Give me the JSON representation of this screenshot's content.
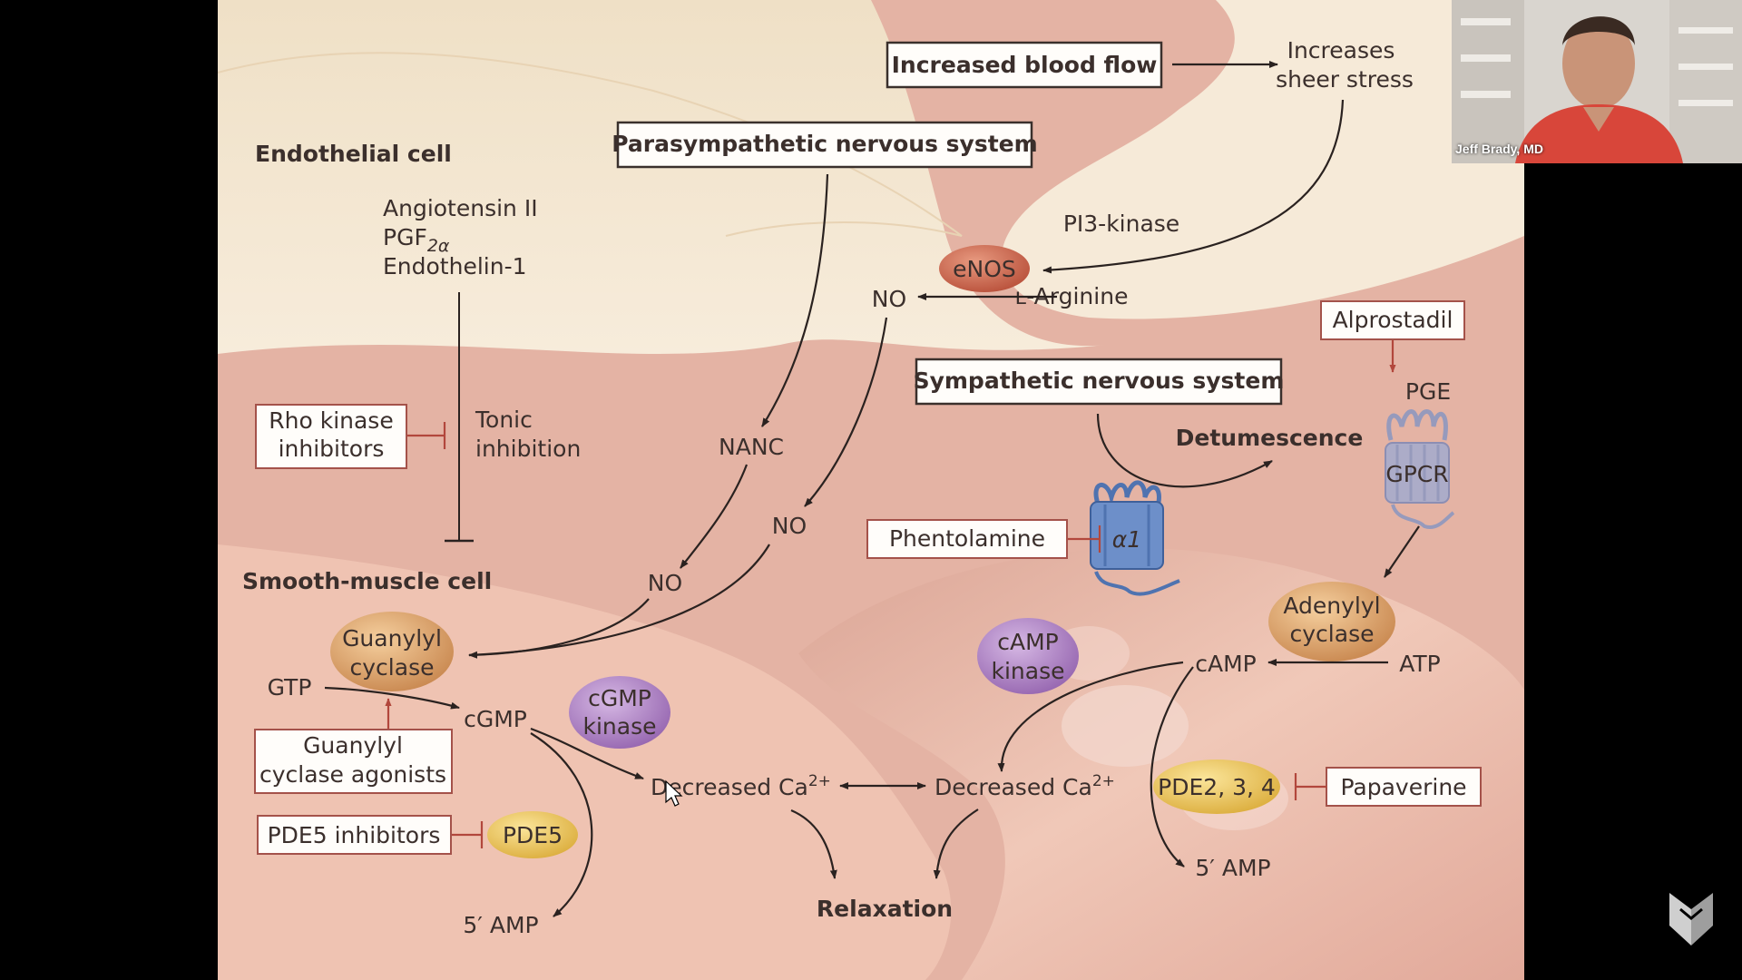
{
  "slide": {
    "labels": {
      "increased_blood_flow": "Increased blood flow",
      "increases_1": "Increases",
      "increases_2": "sheer stress",
      "parasympathetic": "Parasympathetic nervous system",
      "endothelial_cell": "Endothelial cell",
      "angiotensin": "Angiotensin II",
      "pgf": "PGF",
      "pgf_sub": "2α",
      "endothelin": "Endothelin-1",
      "pi3": "PI3-kinase",
      "enos": "eNOS",
      "no_top": "NO",
      "arginine": "ʟ-Arginine",
      "alprostadil": "Alprostadil",
      "sympathetic": "Sympathetic nervous system",
      "pge": "PGE",
      "rho_1": "Rho kinase",
      "rho_2": "inhibitors",
      "tonic_1": "Tonic",
      "tonic_2": "inhibition",
      "nanc": "NANC",
      "detumescence": "Detumescence",
      "gpcr": "GPCR",
      "no_mid": "NO",
      "phentolamine": "Phentolamine",
      "alpha1": "α1",
      "smooth_muscle_cell": "Smooth-muscle cell",
      "no_low": "NO",
      "adenylyl_1": "Adenylyl",
      "adenylyl_2": "cyclase",
      "guanylyl_1": "Guanylyl",
      "guanylyl_2": "cyclase",
      "camp_kinase_1": "cAMP",
      "camp_kinase_2": "kinase",
      "camp": "cAMP",
      "atp": "ATP",
      "gtp": "GTP",
      "cgmp": "cGMP",
      "cgmp_kinase_1": "cGMP",
      "cgmp_kinase_2": "kinase",
      "agonists_1": "Guanylyl",
      "agonists_2": "cyclase agonists",
      "decreased_ca_left": "Decreased Ca",
      "decreased_ca_right": "Decreased Ca",
      "ca_sup": "2+",
      "pde234": "PDE2, 3, 4",
      "papaverine": "Papaverine",
      "pde5_inhibitors": "PDE5 inhibitors",
      "pde5": "PDE5",
      "amp_right": "5′ AMP",
      "amp_left": "5′ AMP",
      "relaxation": "Relaxation"
    }
  },
  "video": {
    "participant_name": "Jeff Brady, MD"
  },
  "colors": {
    "background": "#000000",
    "endothelial": "#f3e4cc",
    "smooth_muscle": "#e8b7a9",
    "enos": "#cc6b55",
    "guanylyl": "#d99a64",
    "kinase": "#a97fbf",
    "pde": "#e8c25a",
    "receptor": "#5b7fb8"
  }
}
